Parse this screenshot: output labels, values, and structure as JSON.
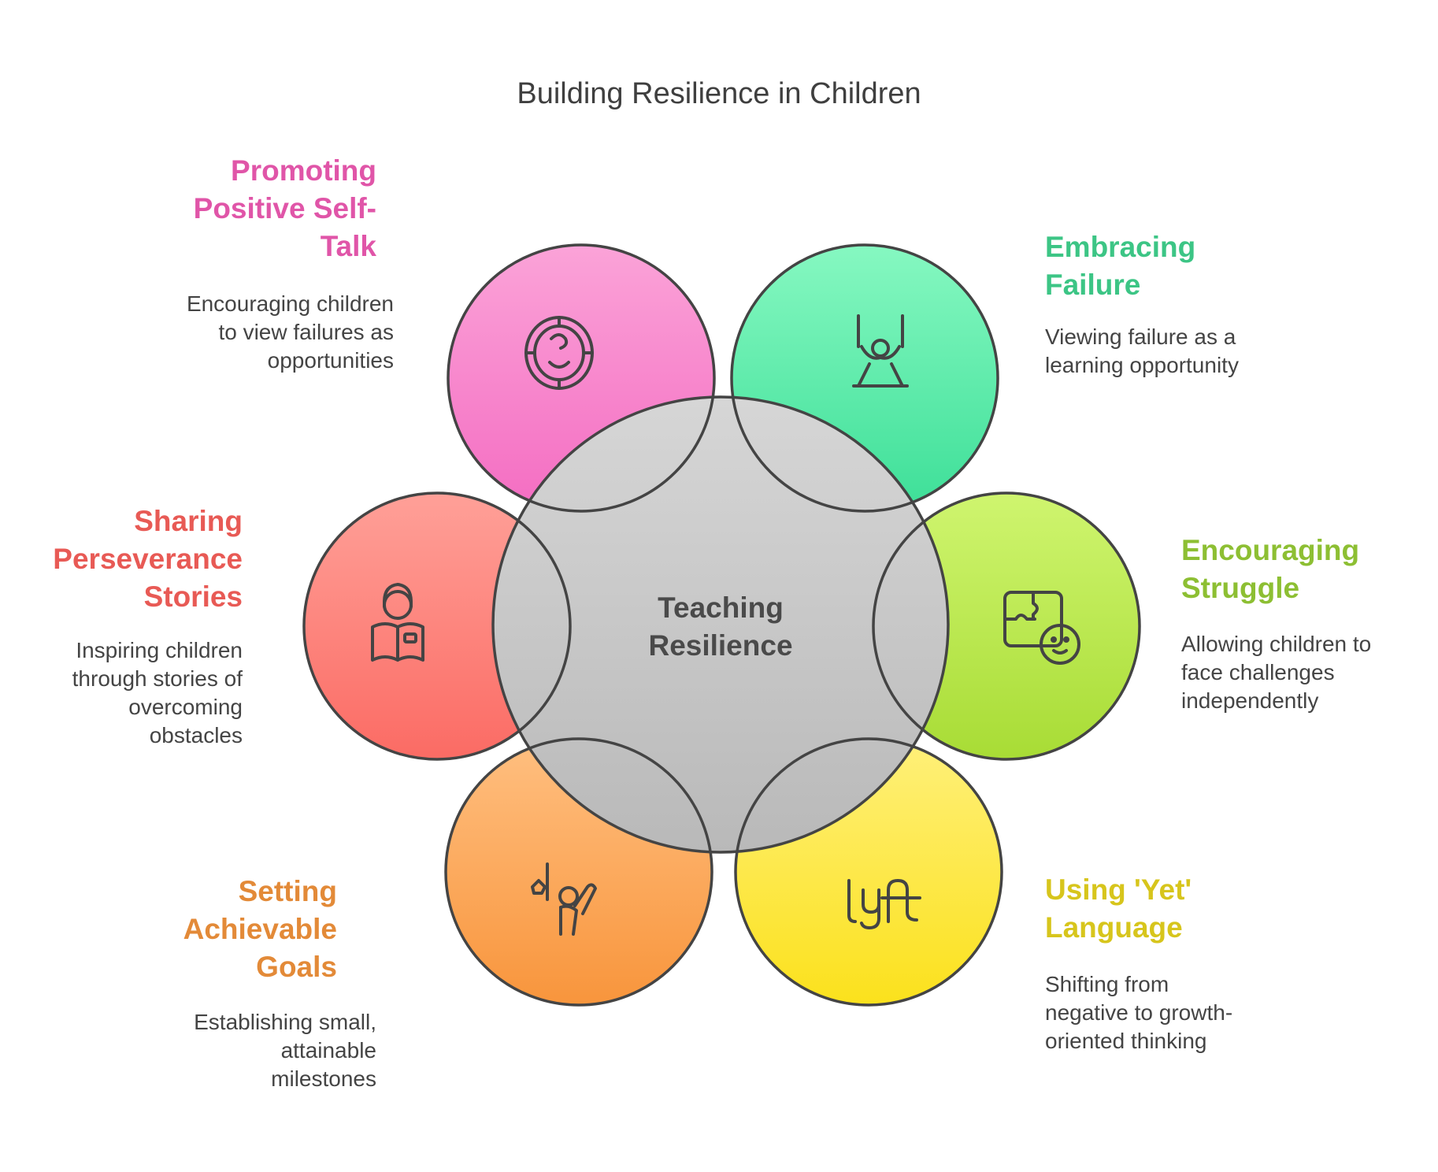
{
  "title": "Building Resilience in Children",
  "center": {
    "line1": "Teaching",
    "line2": "Resilience"
  },
  "items": [
    {
      "name": "Promoting Positive Self-Talk",
      "label_lines": [
        "Promoting",
        "Positive Self-",
        "Talk"
      ],
      "description": [
        "Encouraging children",
        "to view failures as",
        "opportunities"
      ],
      "color": "#e055a8",
      "fill_top": "#fba3d8",
      "fill_bottom": "#f46dc2",
      "icon": "face-badge-icon"
    },
    {
      "name": "Embracing Failure",
      "label_lines": [
        "Embracing",
        "Failure"
      ],
      "description": [
        "Viewing failure as a",
        "learning opportunity"
      ],
      "color": "#3cc585",
      "fill_top": "#86f8c1",
      "fill_bottom": "#3ddf98",
      "icon": "swing-child-icon"
    },
    {
      "name": "Encouraging Struggle",
      "label_lines": [
        "Encouraging",
        "Struggle"
      ],
      "description": [
        "Allowing children to",
        "face challenges",
        "independently"
      ],
      "color": "#8dbf33",
      "fill_top": "#cff56f",
      "fill_bottom": "#a8dc35",
      "icon": "puzzle-child-icon"
    },
    {
      "name": "Using 'Yet' Language",
      "label_lines": [
        "Using 'Yet'",
        "Language"
      ],
      "description": [
        "Shifting from",
        "negative to growth-",
        "oriented thinking"
      ],
      "color": "#d7c51c",
      "fill_top": "#fff07a",
      "fill_bottom": "#fbe11c",
      "icon": "lyft-icon"
    },
    {
      "name": "Setting Achievable Goals",
      "label_lines": [
        "Setting",
        "Achievable",
        "Goals"
      ],
      "description": [
        "Establishing small,",
        "attainable",
        "milestones"
      ],
      "color": "#e38a38",
      "fill_top": "#ffbf80",
      "fill_bottom": "#f8953c",
      "icon": "child-flag-icon"
    },
    {
      "name": "Sharing Perseverance Stories",
      "label_lines": [
        "Sharing",
        "Perseverance",
        "Stories"
      ],
      "description": [
        "Inspiring children",
        "through stories of",
        "overcoming",
        "obstacles"
      ],
      "color": "#e85a55",
      "fill_top": "#ffa098",
      "fill_bottom": "#fb6b64",
      "icon": "reading-child-icon"
    }
  ]
}
